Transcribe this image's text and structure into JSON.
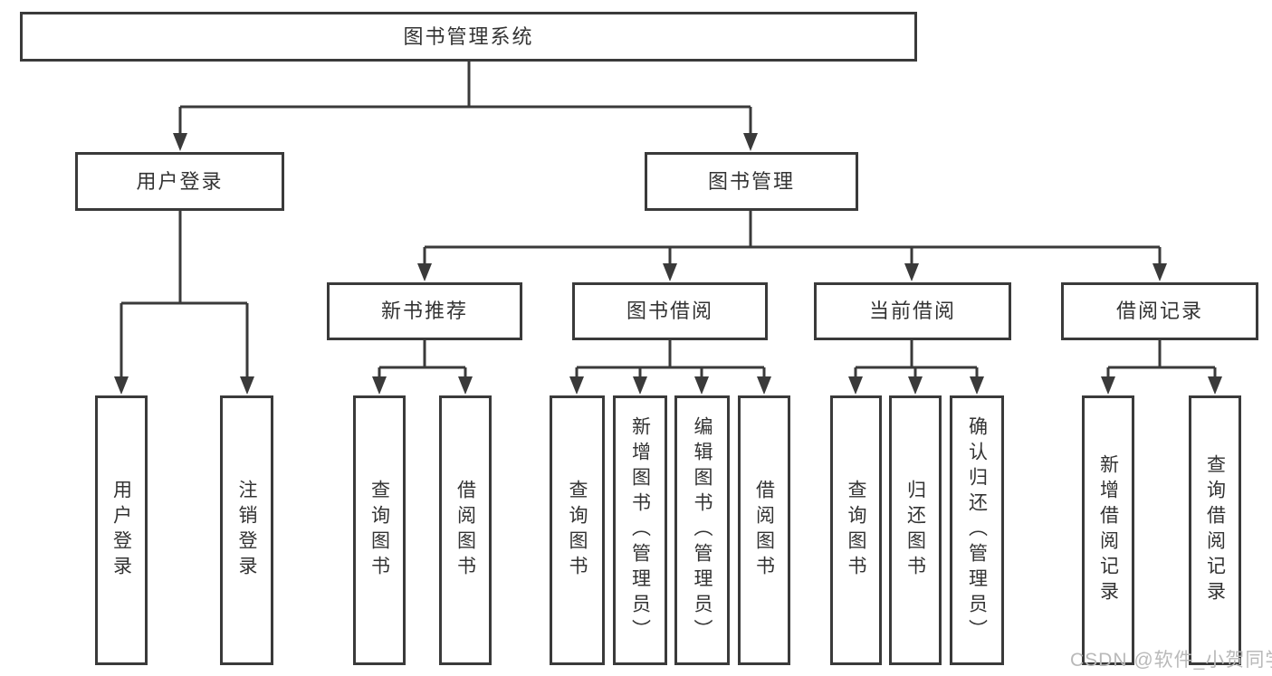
{
  "diagram_title": "图书管理系统",
  "tree": {
    "label": "图书管理系统",
    "children": [
      {
        "label": "用户登录",
        "children": [
          {
            "label": "用户登录"
          },
          {
            "label": "注销登录"
          }
        ]
      },
      {
        "label": "图书管理",
        "children": [
          {
            "label": "新书推荐",
            "children": [
              {
                "label": "查询图书"
              },
              {
                "label": "借阅图书"
              }
            ]
          },
          {
            "label": "图书借阅",
            "children": [
              {
                "label": "查询图书"
              },
              {
                "label": "新增图书（管理员）"
              },
              {
                "label": "编辑图书（管理员）"
              },
              {
                "label": "借阅图书"
              }
            ]
          },
          {
            "label": "当前借阅",
            "children": [
              {
                "label": "查询图书"
              },
              {
                "label": "归还图书"
              },
              {
                "label": "确认归还（管理员）"
              }
            ]
          },
          {
            "label": "借阅记录",
            "children": [
              {
                "label": "新增借阅记录"
              },
              {
                "label": "查询借阅记录"
              }
            ]
          }
        ]
      }
    ]
  },
  "watermark": {
    "text": "CSDN @软件_小贺同学"
  },
  "colors": {
    "line": "#3a3a3a",
    "text": "#333333",
    "background": "#ffffff",
    "watermark": "#b9b9b9"
  }
}
